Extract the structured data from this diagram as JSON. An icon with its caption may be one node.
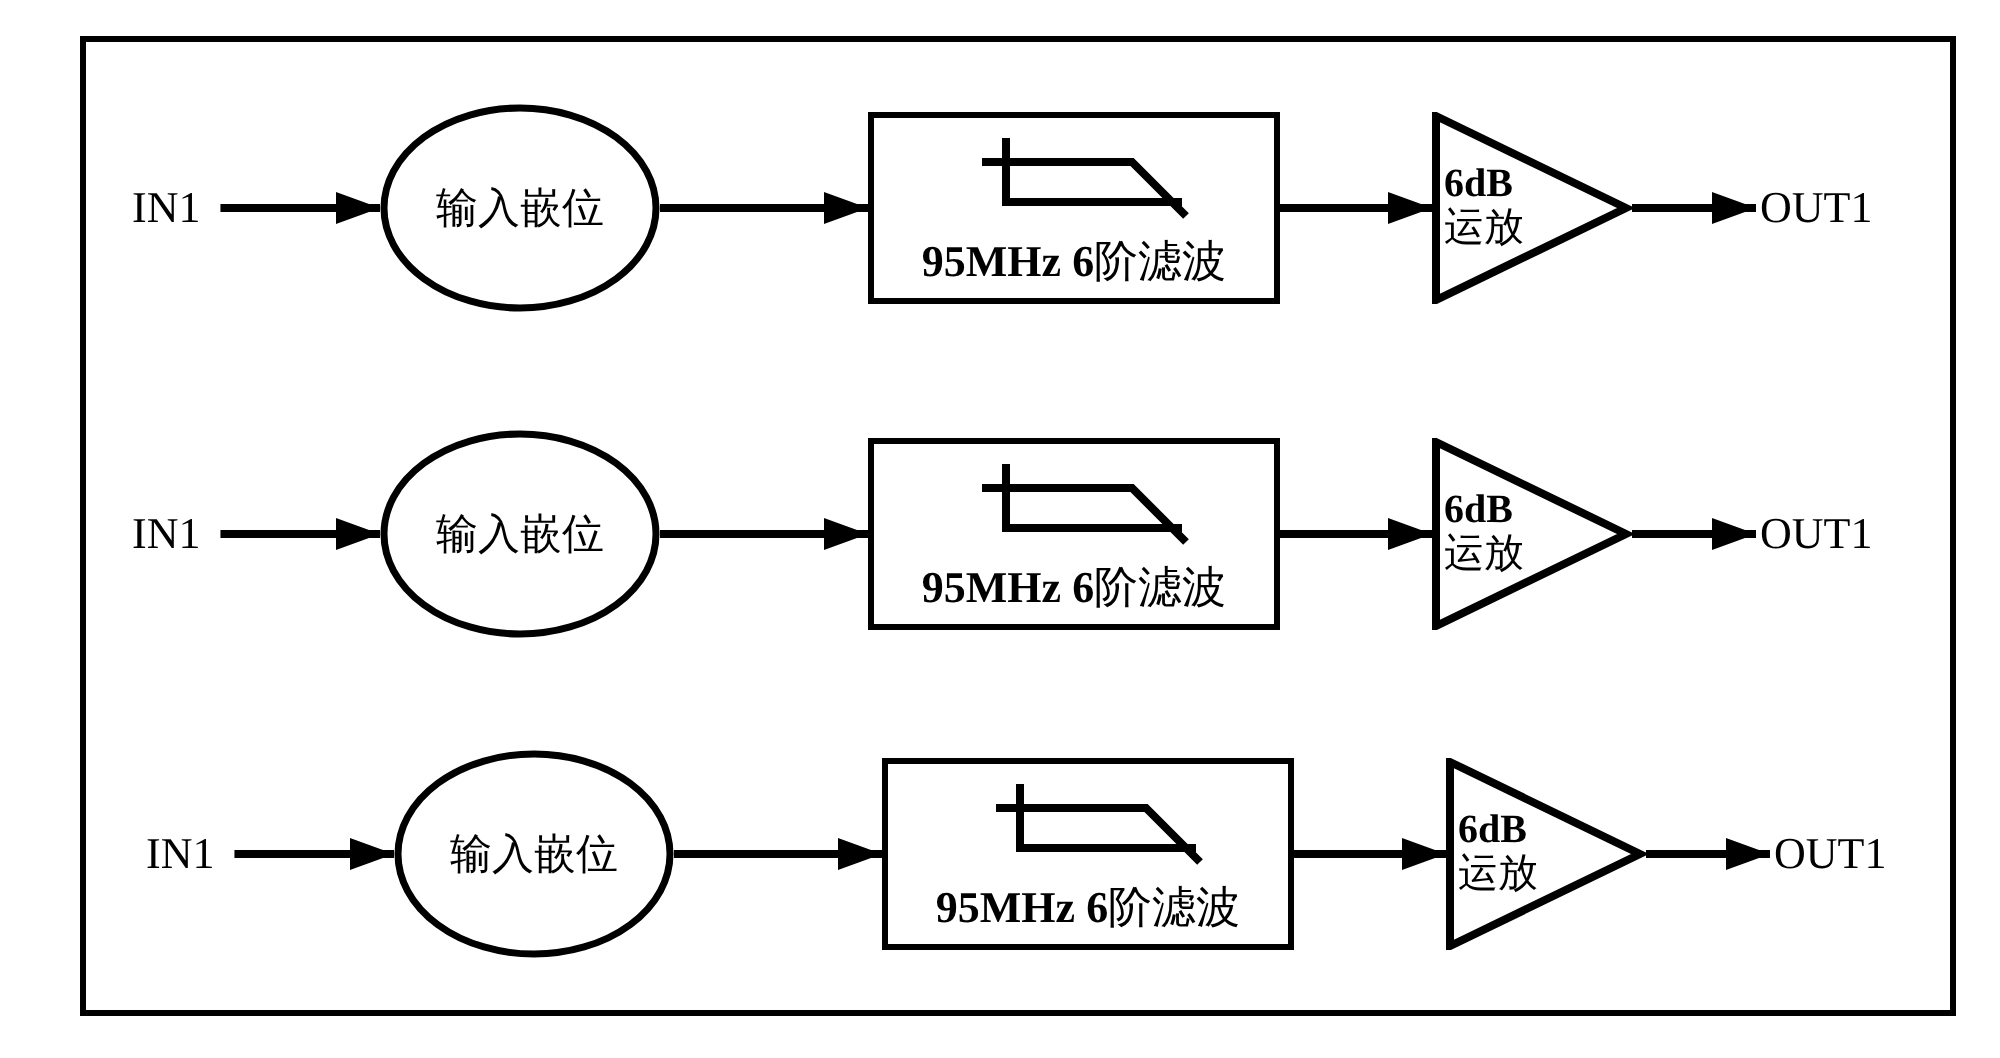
{
  "diagram": {
    "nodes": [
      {
        "text": [
          "IN1"
        ]
      },
      {
        "text": [
          "输入嵌位"
        ]
      },
      {
        "text": [
          "**95MHz 6**阶滤波"
        ]
      },
      {
        "text": [
          "6dB",
          "运放"
        ]
      },
      {
        "text": [
          "OUT1"
        ]
      },
      {
        "text": [
          "IN1"
        ]
      },
      {
        "text": [
          "输入嵌位"
        ]
      },
      {
        "text": [
          "**95MHz 6**阶滤波"
        ]
      },
      {
        "text": [
          "6dB",
          "运放"
        ]
      },
      {
        "text": [
          "OUT1"
        ]
      },
      {
        "text": [
          "IN1"
        ]
      },
      {
        "text": [
          "输入嵌位"
        ]
      },
      {
        "text": [
          "**95MHz 6**阶滤波"
        ]
      },
      {
        "text": [
          "6dB",
          "运放"
        ]
      },
      {
        "text": [
          "OUT1"
        ]
      }
    ],
    "edges": [
      {
        "from": 0,
        "to": 1,
        "arrow": "to"
      },
      {
        "from": 1,
        "to": 2,
        "arrow": "to"
      },
      {
        "from": 2,
        "to": 3,
        "arrow": "to"
      },
      {
        "from": 3,
        "to": 4,
        "arrow": "to"
      },
      {
        "from": 5,
        "to": 6,
        "arrow": "to"
      },
      {
        "from": 6,
        "to": 7,
        "arrow": "to"
      },
      {
        "from": 7,
        "to": 8,
        "arrow": "to"
      },
      {
        "from": 8,
        "to": 9,
        "arrow": "to"
      },
      {
        "from": 10,
        "to": 11,
        "arrow": "to"
      },
      {
        "from": 11,
        "to": 12,
        "arrow": "to"
      },
      {
        "from": 12,
        "to": 13,
        "arrow": "to"
      },
      {
        "from": 13,
        "to": 14,
        "arrow": "to"
      }
    ]
  }
}
